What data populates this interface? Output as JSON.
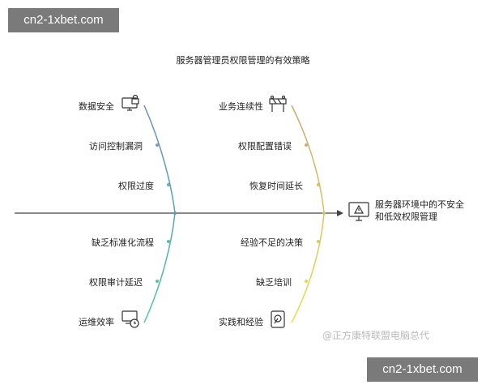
{
  "watermark": {
    "top": "cn2-1xbet.com",
    "bottom": "cn2-1xbet.com"
  },
  "title": "服务器管理员权限管理的有效策略",
  "effect": {
    "line1": "服务器环境中的不安全",
    "line2": "和低效权限管理"
  },
  "left_top": [
    {
      "label": "数据安全",
      "icon": "monitor-lock-icon"
    },
    {
      "label": "访问控制漏洞"
    },
    {
      "label": "权限过度"
    }
  ],
  "left_bottom": [
    {
      "label": "缺乏标准化流程"
    },
    {
      "label": "权限审计延迟"
    },
    {
      "label": "运维效率",
      "icon": "monitor-clock-icon"
    }
  ],
  "right_top": [
    {
      "label": "业务连续性",
      "icon": "roadblock-icon"
    },
    {
      "label": "权限配置错误"
    },
    {
      "label": "恢复时间延长"
    }
  ],
  "right_bottom": [
    {
      "label": "经验不足的决策"
    },
    {
      "label": "缺乏培训"
    },
    {
      "label": "实践和经验",
      "icon": "hard-drive-icon"
    }
  ],
  "effect_icon": "monitor-warning-icon",
  "credit": "@正方康特联盟电脑总代",
  "colors": {
    "spine": "#444444",
    "left_top_bone": "#5b86b8",
    "left_bottom_bone": "#5bc0a8",
    "right_top_bone": "#c9b07a",
    "right_bottom_bone": "#e6d54a"
  }
}
